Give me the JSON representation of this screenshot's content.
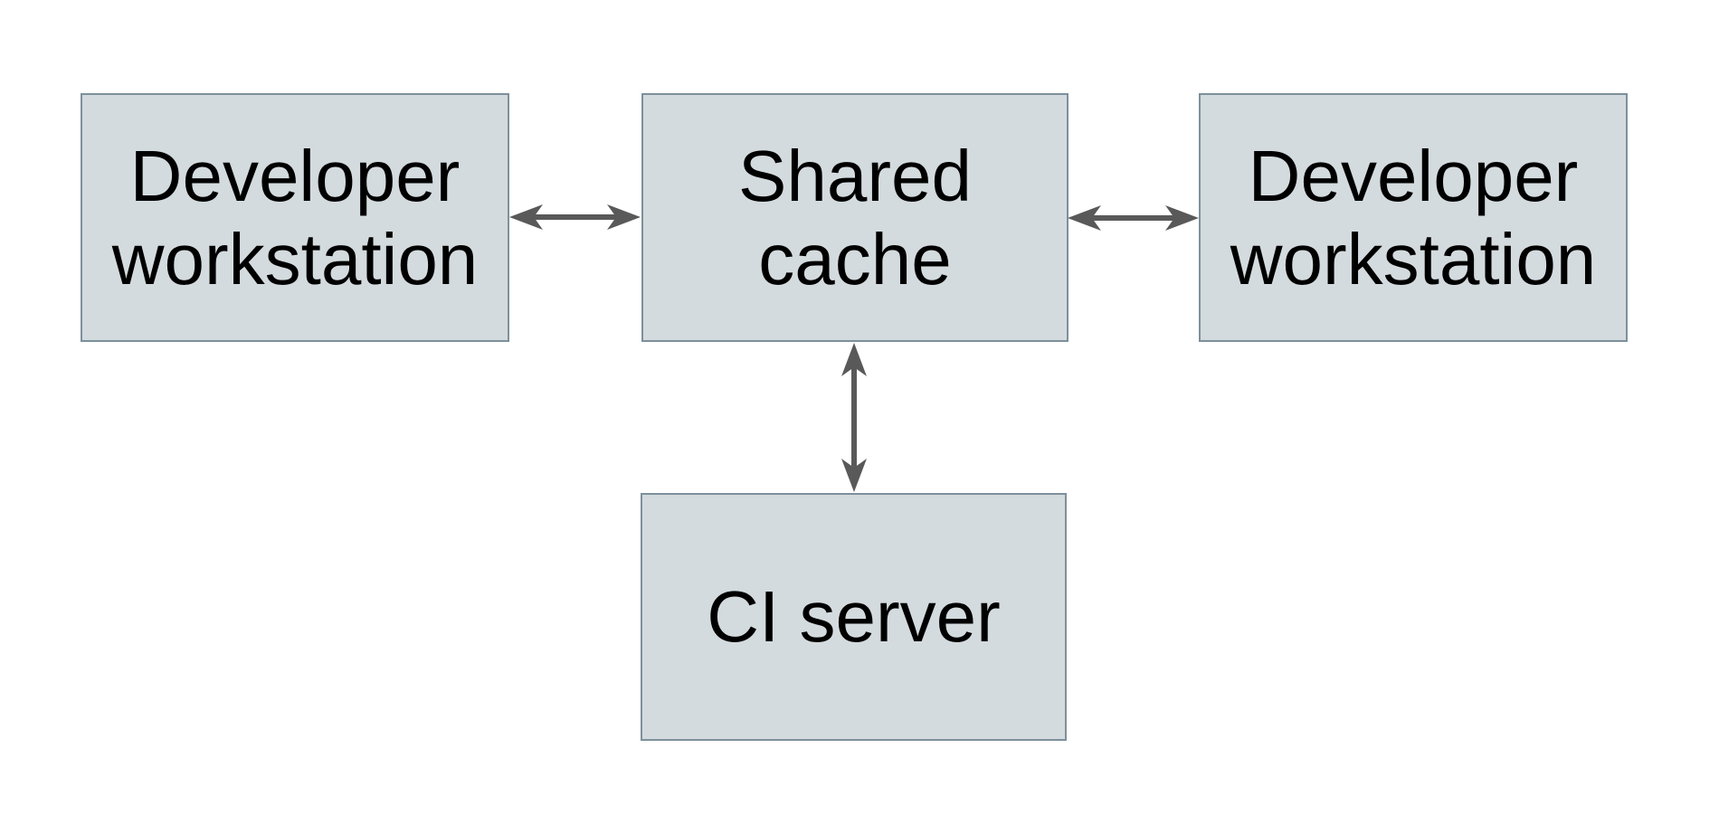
{
  "diagram": {
    "type": "architecture-diagram",
    "nodes": [
      {
        "id": "developer-workstation-left",
        "label": "Developer workstation"
      },
      {
        "id": "shared-cache",
        "label": "Shared cache"
      },
      {
        "id": "developer-workstation-right",
        "label": "Developer workstation"
      },
      {
        "id": "ci-server",
        "label": "CI server"
      }
    ],
    "edges": [
      {
        "from": "developer-workstation-left",
        "to": "shared-cache",
        "direction": "bidirectional",
        "orientation": "horizontal"
      },
      {
        "from": "shared-cache",
        "to": "developer-workstation-right",
        "direction": "bidirectional",
        "orientation": "horizontal"
      },
      {
        "from": "shared-cache",
        "to": "ci-server",
        "direction": "bidirectional",
        "orientation": "vertical"
      }
    ],
    "colors": {
      "node_fill": "#d4dbde",
      "node_border": "#7d909b",
      "arrow": "#595959",
      "text": "#000000",
      "background": "#ffffff"
    }
  }
}
